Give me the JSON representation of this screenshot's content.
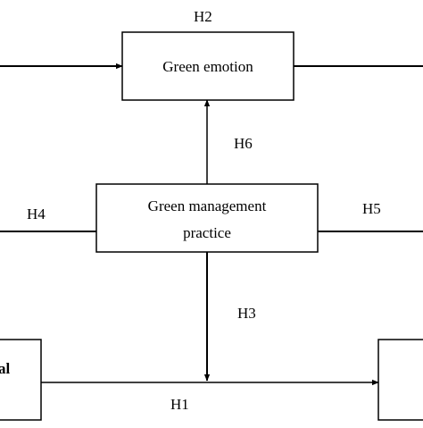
{
  "nodes": {
    "green_emotion": {
      "label": "Green emotion"
    },
    "green_management_practice": {
      "lines": [
        "Green management",
        "practice"
      ]
    },
    "left_bottom_partial": {
      "label": "al"
    },
    "right_bottom": {
      "label": ""
    }
  },
  "hypotheses": {
    "h1": "H1",
    "h2": "H2",
    "h3": "H3",
    "h4": "H4",
    "h5": "H5",
    "h6": "H6"
  },
  "colors": {
    "stroke": "#000000",
    "background": "#ffffff"
  }
}
